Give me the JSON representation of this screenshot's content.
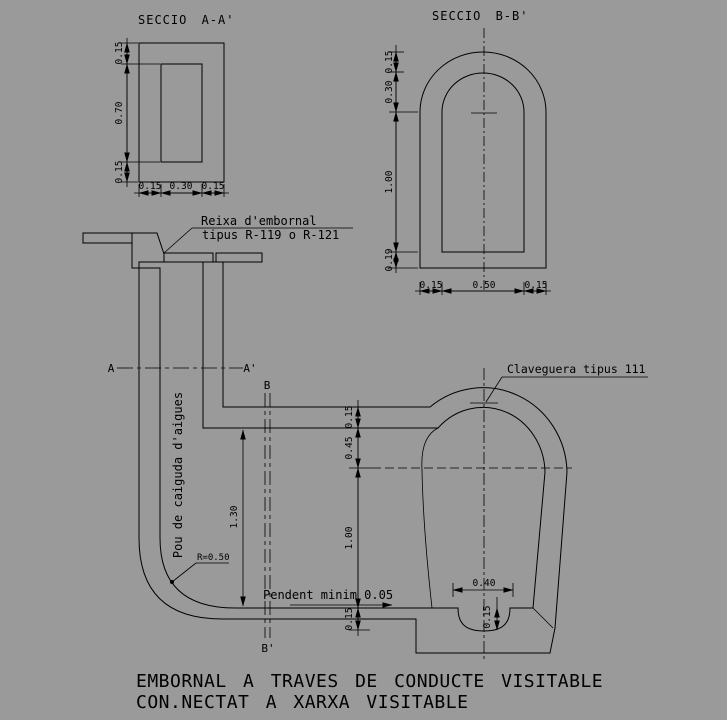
{
  "colors": {
    "background": "#9a9a9a",
    "line": "#000000"
  },
  "section_aa": {
    "title": "SECCIO A-A'",
    "dims_vertical": [
      "0.15",
      "0.70",
      "0.15"
    ],
    "dims_horizontal": [
      "0.15",
      "0.30",
      "0.15"
    ]
  },
  "section_bb": {
    "title": "SECCIO B-B'",
    "dims_vertical": [
      "0.15",
      "0.30",
      "1.00",
      "0.19"
    ],
    "dims_horizontal": [
      "0.15",
      "0.50",
      "0.15"
    ]
  },
  "main_drawing": {
    "grate_label_line1": "Reixa d'embornal",
    "grate_label_line2": "tipus R-119 o R-121",
    "sewer_label": "Claveguera tipus 111",
    "pit_label": "Pou de caiguda d'aigues",
    "radius_label": "R=0.50",
    "slope_label": "Pendent minim 0.05",
    "depth_dim": "1.30",
    "section_a_start": "A",
    "section_a_end": "A'",
    "section_b_start": "B",
    "section_b_end": "B'",
    "dims_chain": [
      "0.15",
      "0.45",
      "1.00",
      "0.15"
    ],
    "channel_width_dim": "0.40",
    "channel_depth_dim": "0.15"
  },
  "title_block": {
    "line1": "EMBORNAL A TRAVES DE CONDUCTE VISITABLE",
    "line2": "CON.NECTAT A XARXA VISITABLE"
  }
}
